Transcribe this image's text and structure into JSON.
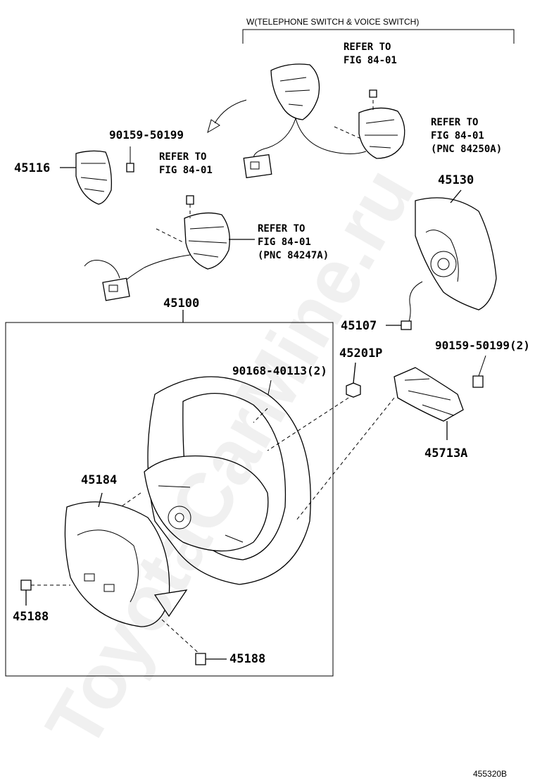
{
  "diagram_code": "455320B",
  "watermark": "ToyotaCarMine.ru",
  "header": "W(TELEPHONE SWITCH & VOICE SWITCH)",
  "labels": {
    "p45116": "45116",
    "p90159_top": "90159-50199",
    "p45130": "45130",
    "p45100": "45100",
    "p45107": "45107",
    "p45201p": "45201P",
    "p90159_right": "90159-50199(2)",
    "p90168": "90168-40113(2)",
    "p45713a": "45713A",
    "p45184": "45184",
    "p45188_left": "45188",
    "p45188_bottom": "45188"
  },
  "refs": {
    "ref_top": "REFER TO\nFIG 84-01",
    "ref_right_upper": "REFER TO\nFIG 84-01\n(PNC 84250A)",
    "ref_mid": "REFER TO\nFIG 84-01",
    "ref_mid_right": "REFER TO\nFIG 84-01\n(PNC 84247A)"
  }
}
